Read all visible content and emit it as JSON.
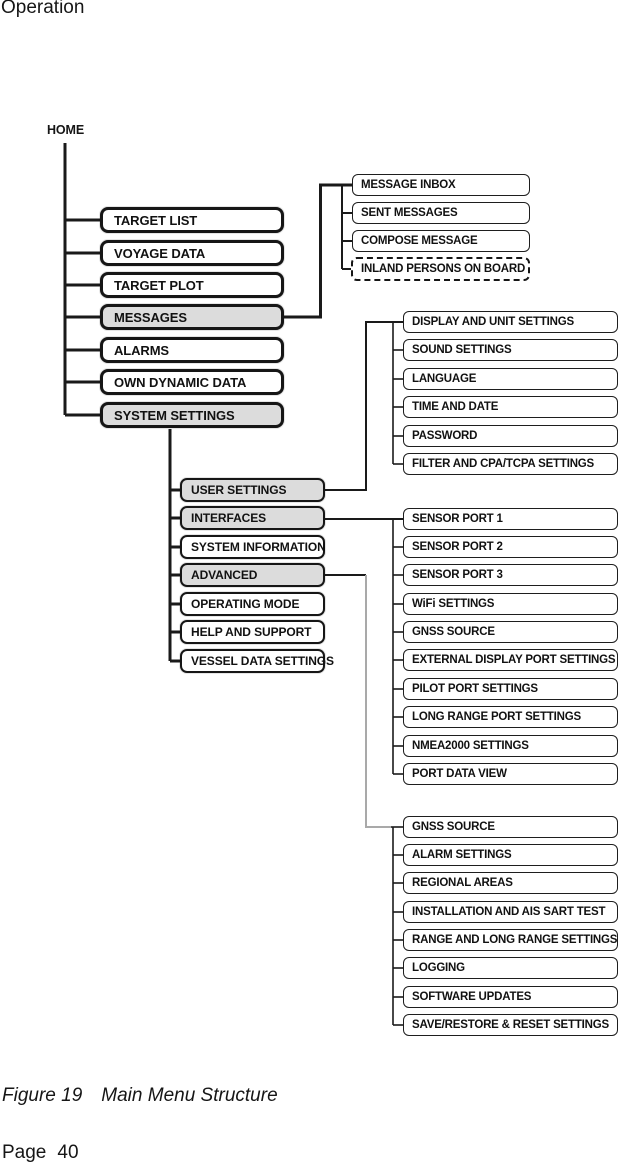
{
  "page": {
    "header": "Operation",
    "figure_label": "Figure 19",
    "figure_title": "Main Menu Structure",
    "page_label": "Page",
    "page_number": "40"
  },
  "colors": {
    "box_border": "#161616",
    "highlight_fill": "#dcdcdc",
    "plain_fill": "#ffffff",
    "connector": "#1a1a1a",
    "connector_gray": "#a9a9a9"
  },
  "diagram": {
    "root": "HOME",
    "level1": [
      {
        "label": "TARGET LIST",
        "highlighted": false
      },
      {
        "label": "VOYAGE DATA",
        "highlighted": false
      },
      {
        "label": "TARGET PLOT",
        "highlighted": false
      },
      {
        "label": "MESSAGES",
        "highlighted": true
      },
      {
        "label": "ALARMS",
        "highlighted": false
      },
      {
        "label": "OWN DYNAMIC DATA",
        "highlighted": false
      },
      {
        "label": "SYSTEM SETTINGS",
        "highlighted": true
      }
    ],
    "messages_submenu": [
      {
        "label": "MESSAGE INBOX",
        "style": "solid"
      },
      {
        "label": "SENT MESSAGES",
        "style": "solid"
      },
      {
        "label": "COMPOSE MESSAGE",
        "style": "solid"
      },
      {
        "label": "INLAND PERSONS ON BOARD",
        "style": "dashed"
      }
    ],
    "system_settings_submenu": [
      {
        "label": "USER SETTINGS",
        "highlighted": true
      },
      {
        "label": "INTERFACES",
        "highlighted": true
      },
      {
        "label": "SYSTEM INFORMATION",
        "highlighted": false
      },
      {
        "label": "ADVANCED",
        "highlighted": true
      },
      {
        "label": "OPERATING MODE",
        "highlighted": false
      },
      {
        "label": "HELP AND SUPPORT",
        "highlighted": false
      },
      {
        "label": "VESSEL DATA SETTINGS",
        "highlighted": false
      }
    ],
    "user_settings_submenu": [
      {
        "label": "DISPLAY AND UNIT SETTINGS"
      },
      {
        "label": "SOUND SETTINGS"
      },
      {
        "label": "LANGUAGE"
      },
      {
        "label": "TIME AND DATE"
      },
      {
        "label": "PASSWORD"
      },
      {
        "label": "FILTER AND CPA/TCPA SETTINGS"
      }
    ],
    "interfaces_submenu": [
      {
        "label": "SENSOR PORT 1"
      },
      {
        "label": "SENSOR PORT 2"
      },
      {
        "label": "SENSOR PORT 3"
      },
      {
        "label": "WiFi SETTINGS"
      },
      {
        "label": "GNSS SOURCE"
      },
      {
        "label": "EXTERNAL DISPLAY PORT SETTINGS"
      },
      {
        "label": "PILOT PORT SETTINGS"
      },
      {
        "label": "LONG RANGE PORT SETTINGS"
      },
      {
        "label": "NMEA2000 SETTINGS"
      },
      {
        "label": "PORT DATA VIEW"
      }
    ],
    "advanced_submenu": [
      {
        "label": "GNSS SOURCE"
      },
      {
        "label": "ALARM SETTINGS"
      },
      {
        "label": "REGIONAL AREAS"
      },
      {
        "label": "INSTALLATION AND AIS SART TEST"
      },
      {
        "label": "RANGE AND LONG RANGE SETTINGS"
      },
      {
        "label": "LOGGING"
      },
      {
        "label": "SOFTWARE UPDATES"
      },
      {
        "label": "SAVE/RESTORE & RESET SETTINGS"
      }
    ]
  }
}
